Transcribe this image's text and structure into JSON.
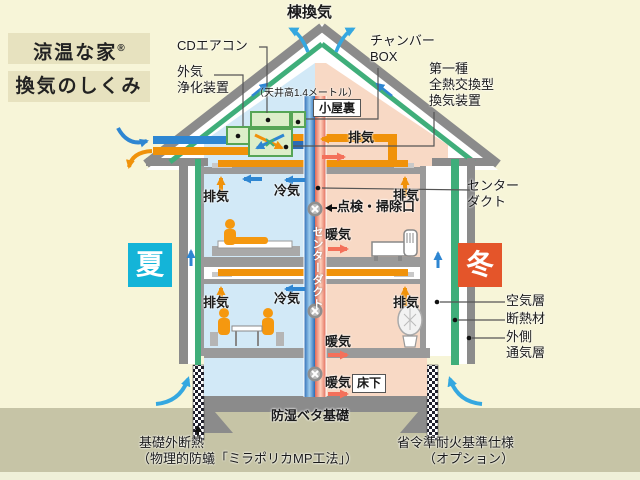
{
  "header": {
    "title_line1": "涼温な家",
    "title_reg": "®",
    "title_line2": "換気のしくみ"
  },
  "top": {
    "ridge_vent": "棟換気",
    "cd_aircon": "CDエアコン",
    "purifier_line1": "外気",
    "purifier_line2": "浄化装置",
    "chamber_line1": "チャンバー",
    "chamber_line2": "BOX",
    "hx_line1": "第一種",
    "hx_line2": "全熱交換型",
    "hx_line3": "換気装置",
    "ceiling_height": "（天井高1.4メートル）",
    "attic": "小屋裏"
  },
  "flows": {
    "attic_exhaust": "排気",
    "f2_left_exhaust": "排気",
    "f2_cool": "冷気",
    "f2_right_exhaust": "排気",
    "f2_warm": "暖気",
    "inspection_port": "点検・掃除口",
    "f1_left_exhaust": "排気",
    "f1_cool": "冷気",
    "f1_right_exhaust": "排気",
    "f1_warm": "暖気",
    "underfloor_warm": "暖気",
    "underfloor": "床下"
  },
  "seasons": {
    "summer": "夏",
    "winter": "冬"
  },
  "right_labels": {
    "center_duct_line1": "センター",
    "center_duct_line2": "ダクト",
    "air_layer": "空気層",
    "insulation": "断熱材",
    "outer_vent_line1": "外側",
    "outer_vent_line2": "通気層"
  },
  "center_duct_vertical_text": "センターダクト",
  "bottom": {
    "foundation": "防湿ベタ基礎",
    "left_note_line1": "基礎外断熱",
    "left_note_line2": "（物理的防蟻「ミラポリカMP工法」）",
    "right_note_line1": "省令準耐火基準仕様",
    "right_note_line2": "（オプション）"
  },
  "colors": {
    "background": "#f7f5d8",
    "ground": "#c6c4a6",
    "summer_badge": "#14b4d8",
    "winter_badge": "#e4552a",
    "supply_blue": "#2e86d2",
    "exhaust_orange": "#f0920a",
    "warm_red": "#f4705a",
    "insulation_green": "#3fae7a",
    "room_blue": "#d2e9f7",
    "room_pink": "#f8d9c5",
    "structure_gray": "#8b8b8b"
  }
}
